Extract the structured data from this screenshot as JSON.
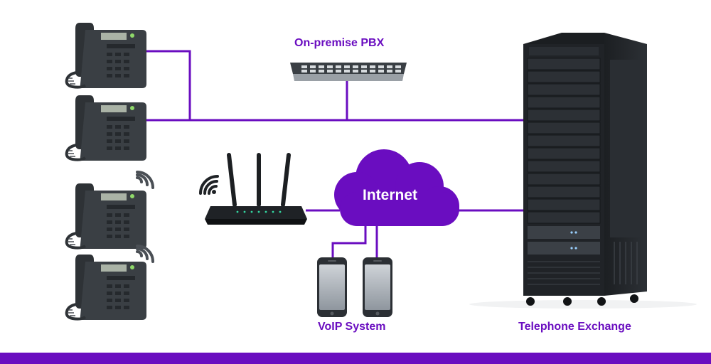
{
  "labels": {
    "pbx": "On-premise PBX",
    "internet": "Internet",
    "voip": "VoIP System",
    "telephone_exchange": "Telephone Exchange"
  },
  "colors": {
    "accent": "#6a0dc0",
    "cloud": "#6a0dc0",
    "device_dark": "#2b2f34",
    "footer_bar": "#6a0dc0"
  },
  "icons": [
    "desk-phone-icon",
    "wifi-signal-icon",
    "router-icon",
    "network-switch-icon",
    "cloud-icon",
    "smartphone-icon",
    "server-rack-icon"
  ]
}
